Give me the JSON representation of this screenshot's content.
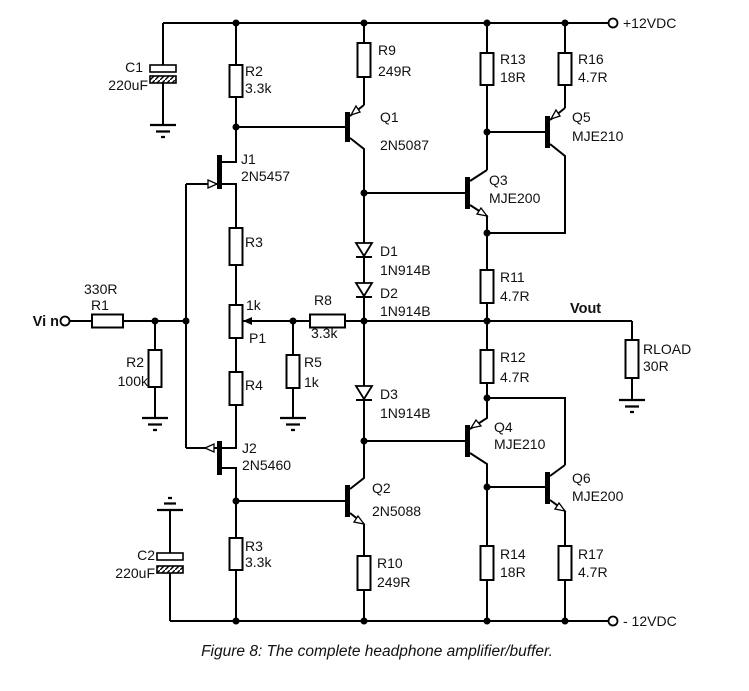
{
  "figure": {
    "caption": "Figure 8: The complete headphone amplifier/buffer."
  },
  "power": {
    "positive": "+12VDC",
    "negative": "- 12VDC"
  },
  "io": {
    "input": "Vi n",
    "output": "Vout"
  },
  "components": {
    "c1": {
      "ref": "C1",
      "value": "220uF"
    },
    "c2": {
      "ref": "C2",
      "value": "220uF"
    },
    "r1": {
      "ref": "R1",
      "value": "330R"
    },
    "r2_input": {
      "ref": "R2",
      "value": "100k"
    },
    "r2_top": {
      "ref": "R2",
      "value": "3.3k"
    },
    "r3_top": {
      "ref": "R3",
      "value": ""
    },
    "r3_bottom": {
      "ref": "R3",
      "value": "3.3k"
    },
    "r4": {
      "ref": "R4",
      "value": ""
    },
    "p1": {
      "ref": "P1",
      "value": "1k"
    },
    "r5": {
      "ref": "R5",
      "value": "1k"
    },
    "r8": {
      "ref": "R8",
      "value": "3.3k"
    },
    "r9": {
      "ref": "R9",
      "value": "249R"
    },
    "r10": {
      "ref": "R10",
      "value": "249R"
    },
    "r11": {
      "ref": "R11",
      "value": "4.7R"
    },
    "r12": {
      "ref": "R12",
      "value": "4.7R"
    },
    "r13": {
      "ref": "R13",
      "value": "18R"
    },
    "r14": {
      "ref": "R14",
      "value": "18R"
    },
    "r16": {
      "ref": "R16",
      "value": "4.7R"
    },
    "r17": {
      "ref": "R17",
      "value": "4.7R"
    },
    "rload": {
      "ref": "RLOAD",
      "value": "30R"
    },
    "d1": {
      "ref": "D1",
      "value": "1N914B"
    },
    "d2": {
      "ref": "D2",
      "value": "1N914B"
    },
    "d3": {
      "ref": "D3",
      "value": "1N914B"
    },
    "j1": {
      "ref": "J1",
      "value": "2N5457"
    },
    "j2": {
      "ref": "J2",
      "value": "2N5460"
    },
    "q1": {
      "ref": "Q1",
      "value": "2N5087"
    },
    "q2": {
      "ref": "Q2",
      "value": "2N5088"
    },
    "q3": {
      "ref": "Q3",
      "value": "MJE200"
    },
    "q4": {
      "ref": "Q4",
      "value": "MJE210"
    },
    "q5": {
      "ref": "Q5",
      "value": "MJE210"
    },
    "q6": {
      "ref": "Q6",
      "value": "MJE200"
    }
  }
}
